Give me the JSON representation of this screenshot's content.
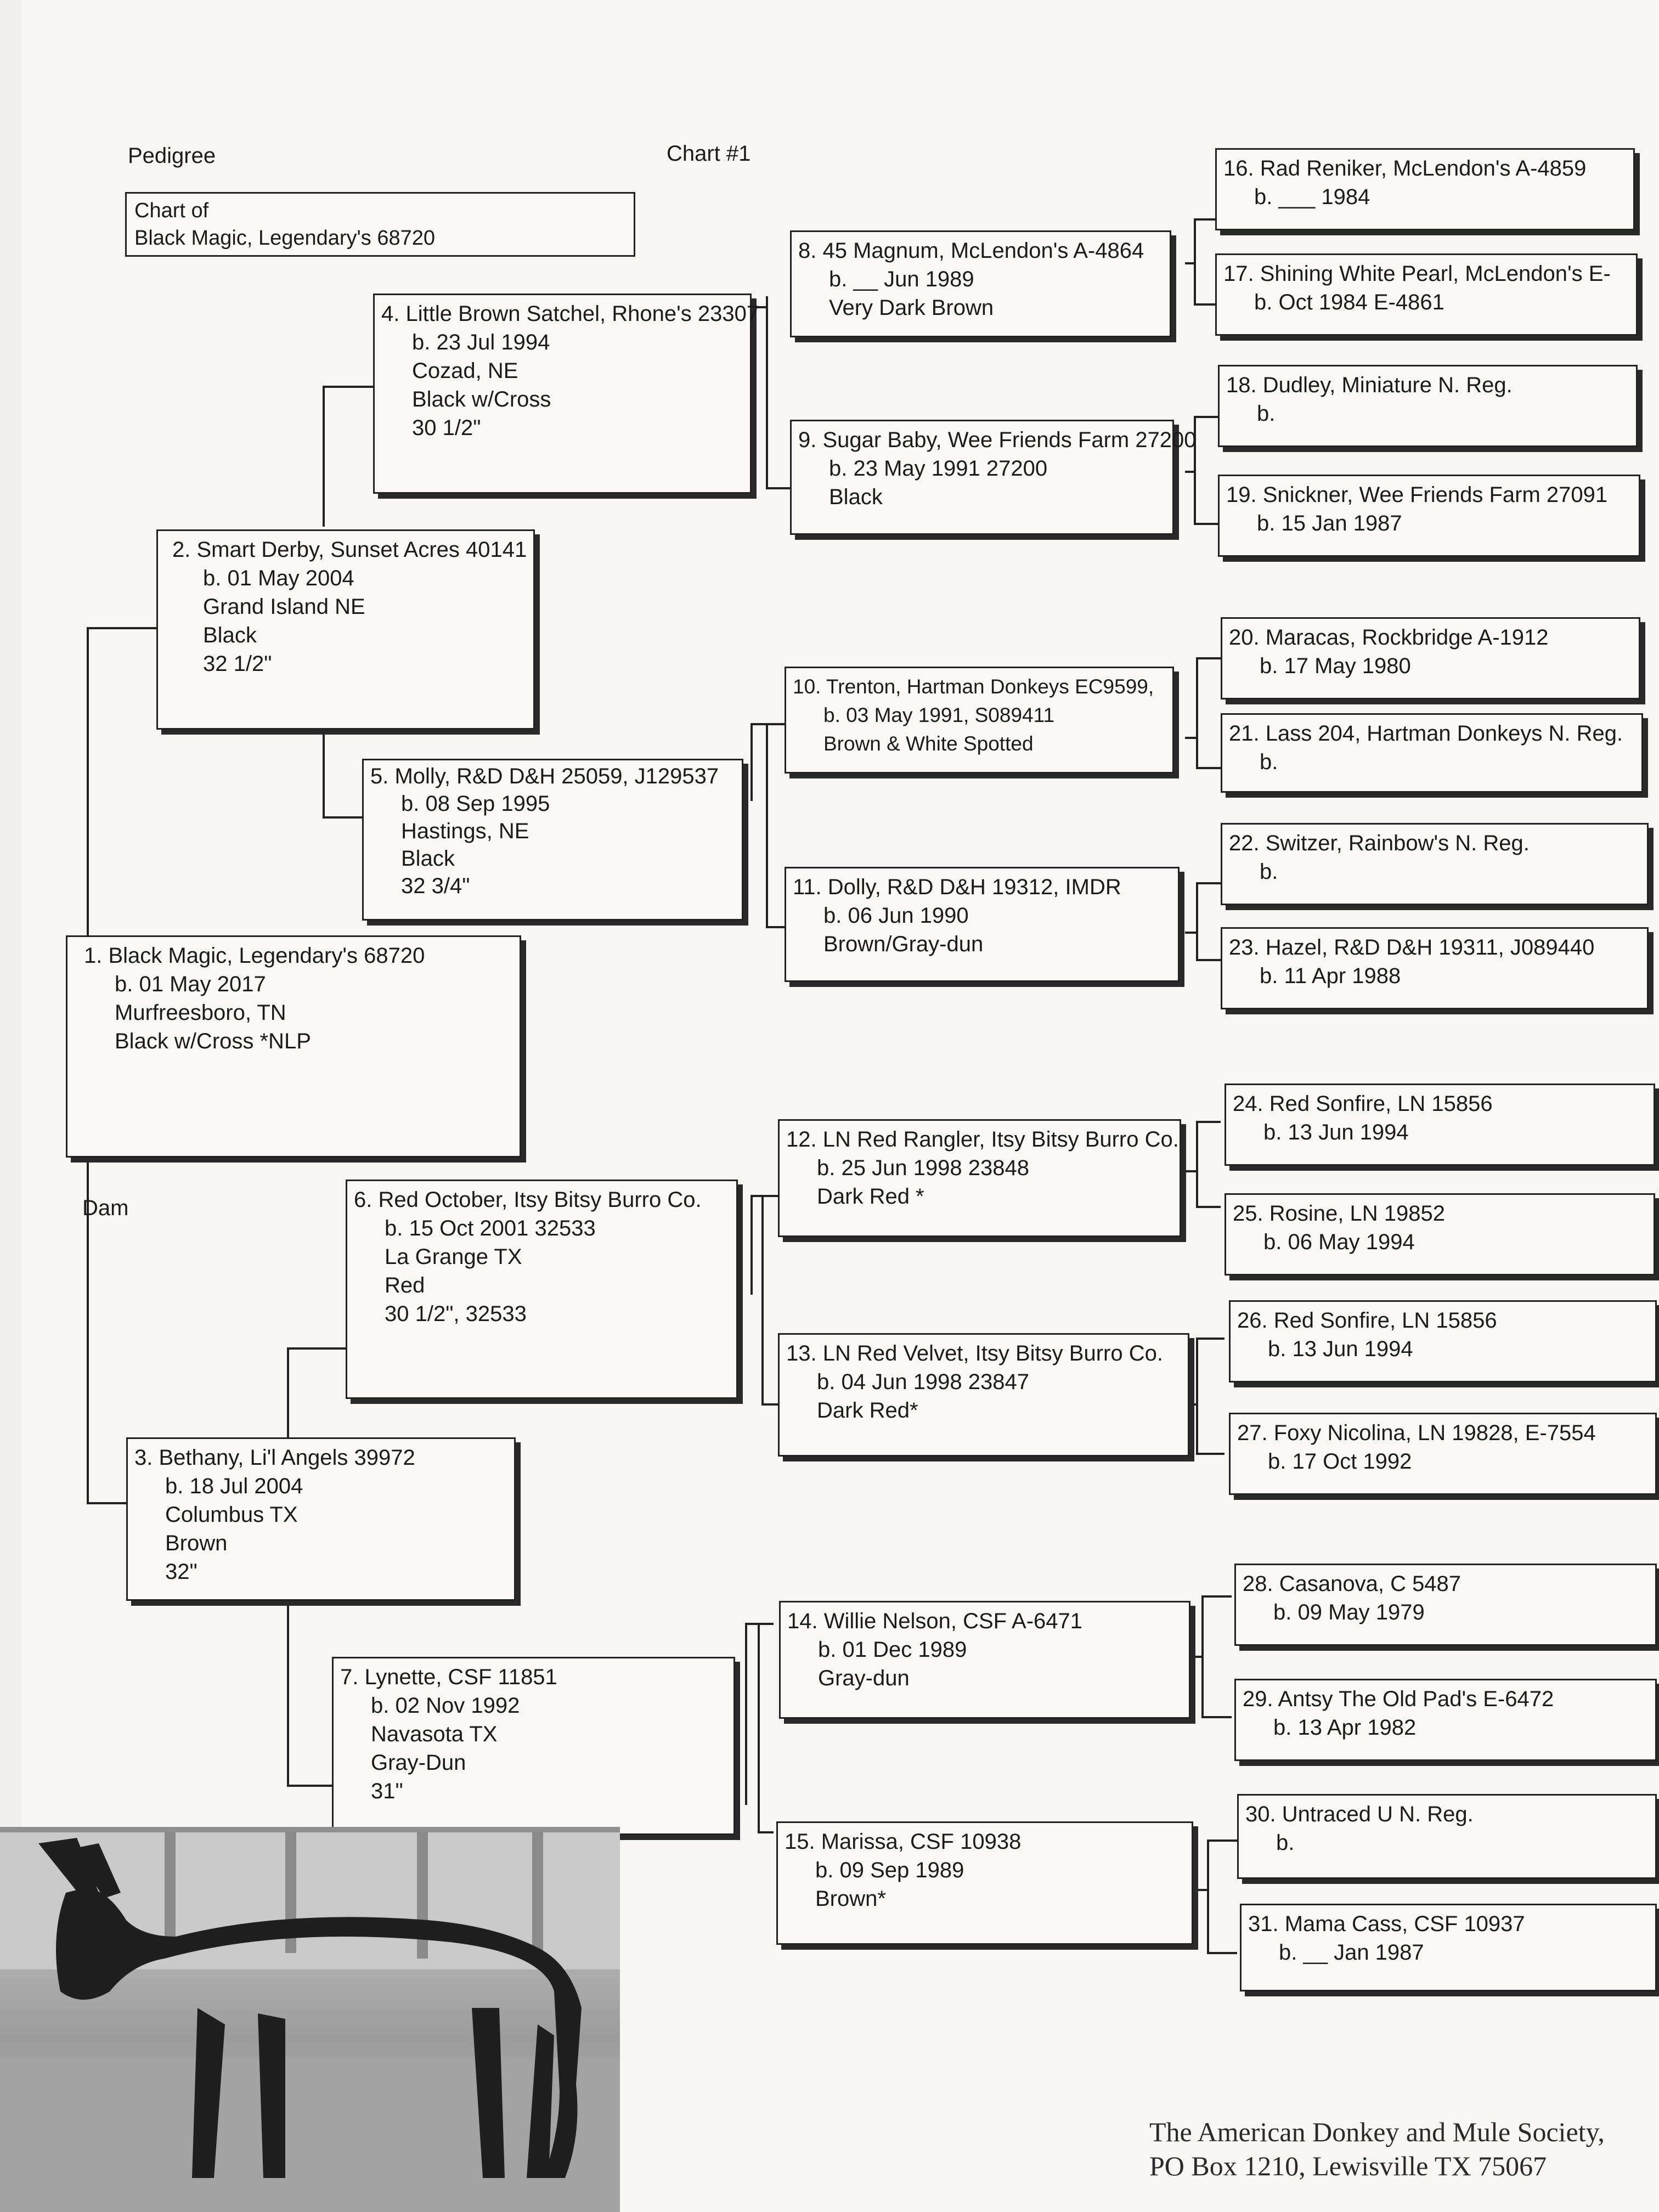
{
  "header": {
    "pedigree_label": "Pedigree",
    "chart_number": "Chart #1",
    "dam_label": "Dam"
  },
  "chart_of": {
    "line1": "Chart of",
    "line2": "Black Magic, Legendary's 68720"
  },
  "animals": {
    "a1": {
      "name": "1. Black Magic, Legendary's 68720",
      "born": "b. 01 May 2017",
      "place": "Murfreesboro, TN",
      "color": "Black w/Cross *NLP",
      "height": ""
    },
    "a2": {
      "name": "2. Smart Derby, Sunset Acres 40141",
      "born": "b. 01 May 2004",
      "place": "Grand Island NE",
      "color": "Black",
      "height": "32 1/2\""
    },
    "a3": {
      "name": "3. Bethany, Li'l Angels 39972",
      "born": "b. 18 Jul 2004",
      "place": "Columbus TX",
      "color": "Brown",
      "height": "32\""
    },
    "a4": {
      "name": "4. Little Brown Satchel, Rhone's 23307",
      "born": "b. 23 Jul 1994",
      "place": "Cozad, NE",
      "color": "Black w/Cross",
      "height": "30 1/2\""
    },
    "a5": {
      "name": "5. Molly, R&D D&H 25059, J129537",
      "born": "b. 08 Sep 1995",
      "place": "Hastings, NE",
      "color": "Black",
      "height": "32 3/4\""
    },
    "a6": {
      "name": "6. Red October, Itsy Bitsy Burro Co.",
      "born": "b. 15 Oct 2001  32533",
      "place": "La Grange TX",
      "color": "Red",
      "height": "30 1/2\", 32533"
    },
    "a7": {
      "name": "7. Lynette, CSF 11851",
      "born": "b. 02 Nov 1992",
      "place": "Navasota TX",
      "color": "Gray-Dun",
      "height": "31\""
    },
    "a8": {
      "name": "8. 45 Magnum, McLendon's A-4864",
      "born": "b. __ Jun 1989",
      "color": "Very Dark Brown"
    },
    "a9": {
      "name": "9. Sugar Baby, Wee Friends Farm 27200",
      "born": "b. 23 May 1991    27200",
      "color": "Black"
    },
    "a10": {
      "name": "10. Trenton, Hartman Donkeys EC9599,",
      "born": "b. 03 May 1991, S089411",
      "color": "Brown & White Spotted"
    },
    "a11": {
      "name": "11. Dolly, R&D D&H 19312, IMDR",
      "born": "b. 06 Jun 1990",
      "color": "Brown/Gray-dun"
    },
    "a12": {
      "name": "12. LN Red Rangler, Itsy Bitsy Burro Co.",
      "born": "b. 25 Jun 1998  23848",
      "color": "Dark Red *"
    },
    "a13": {
      "name": "13. LN Red Velvet, Itsy Bitsy Burro Co.",
      "born": "b. 04 Jun 1998   23847",
      "color": "Dark Red*"
    },
    "a14": {
      "name": "14. Willie Nelson, CSF A-6471",
      "born": "b. 01 Dec 1989",
      "color": "Gray-dun"
    },
    "a15": {
      "name": "15. Marissa, CSF 10938",
      "born": "b. 09 Sep 1989",
      "color": "Brown*"
    },
    "a16": {
      "name": "16. Rad Reniker, McLendon's A-4859",
      "born": "b. ___  1984"
    },
    "a17": {
      "name": "17. Shining White Pearl, McLendon's E-",
      "born": "b.   Oct 1984    E-4861"
    },
    "a18": {
      "name": "18. Dudley, Miniature N. Reg.",
      "born": "b."
    },
    "a19": {
      "name": "19. Snickner, Wee Friends Farm 27091",
      "born": "b. 15 Jan 1987"
    },
    "a20": {
      "name": "20. Maracas, Rockbridge A-1912",
      "born": "b. 17 May 1980"
    },
    "a21": {
      "name": "21. Lass 204, Hartman Donkeys N. Reg.",
      "born": "b."
    },
    "a22": {
      "name": "22. Switzer, Rainbow's N. Reg.",
      "born": "b."
    },
    "a23": {
      "name": "23. Hazel, R&D D&H 19311, J089440",
      "born": "b. 11 Apr 1988"
    },
    "a24": {
      "name": "24. Red Sonfire, LN 15856",
      "born": "b. 13 Jun 1994"
    },
    "a25": {
      "name": "25. Rosine, LN 19852",
      "born": "b. 06 May 1994"
    },
    "a26": {
      "name": "26. Red Sonfire, LN 15856",
      "born": "b. 13 Jun 1994"
    },
    "a27": {
      "name": "27. Foxy Nicolina, LN 19828, E-7554",
      "born": "b. 17 Oct 1992"
    },
    "a28": {
      "name": "28. Casanova, C 5487",
      "born": "b. 09 May 1979"
    },
    "a29": {
      "name": "29. Antsy The Old Pad's E-6472",
      "born": "b. 13 Apr 1982"
    },
    "a30": {
      "name": "30. Untraced U N. Reg.",
      "born": "b."
    },
    "a31": {
      "name": "31. Mama Cass, CSF 10937",
      "born": "b. __ Jan 1987"
    }
  },
  "footer": {
    "line1": "The American Donkey and Mule Society,",
    "line2": "PO Box 1210, Lewisville TX 75067"
  },
  "colors": {
    "paper": "#f7f6f2",
    "ink": "#1b1b1b",
    "photo_gray": "#9c9c9c"
  }
}
